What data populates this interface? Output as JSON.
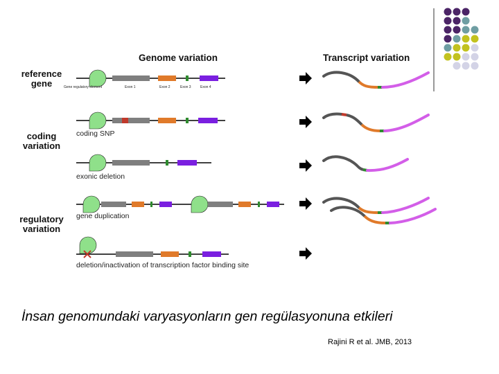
{
  "headings": {
    "genome": "Genome variation",
    "transcript": "Transcript variation"
  },
  "side_labels": [
    {
      "line1": "reference",
      "line2": "gene"
    },
    {
      "line1": "coding",
      "line2": "variation"
    },
    {
      "line1": "regulatory",
      "line2": "variation"
    }
  ],
  "reference_row_labels": [
    "Gene regulatory element",
    "Exon 1",
    "Exon 2",
    "Exon 3",
    "Exon 4"
  ],
  "row_captions": {
    "snp": "coding SNP",
    "deletion": "exonic deletion",
    "duplication": "gene duplication",
    "tfbs": "deletion/inactivation of transcription factor binding site"
  },
  "caption": "İnsan genomundaki varyasyonların gen regülasyonuna etkileri",
  "citation": "Rajini R et al. JMB, 2013",
  "colors": {
    "regulatory_element": "#8fe08a",
    "exon1": "#7f7f7f",
    "exon2": "#e07a2a",
    "exon3": "#2e8b2e",
    "exon4": "#7a1fe0",
    "snp_mark": "#c0392b",
    "transcript_exon4": "#d35ee8",
    "transcript_dark": "#555555",
    "dot_purple": "#4b2466",
    "dot_teal": "#6f9ea3",
    "dot_olive": "#c2c21f",
    "dot_lavender": "#d3d3e6"
  },
  "icons": [
    "arrow-right-icon",
    "x-mark-icon",
    "dot-grid-decoration"
  ]
}
